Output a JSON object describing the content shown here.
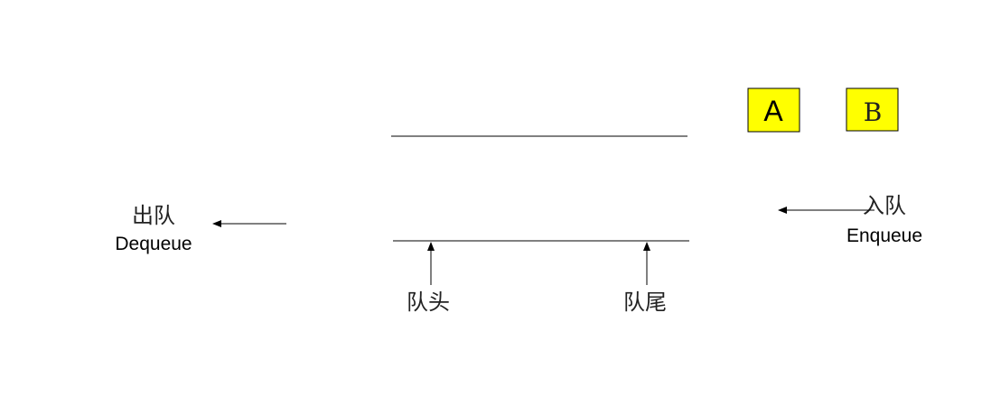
{
  "colors": {
    "box_fill": "#ffff00",
    "box_stroke": "#000000",
    "line": "#000000",
    "background": "#ffffff"
  },
  "dequeue": {
    "cn": "出队",
    "en": "Dequeue"
  },
  "enqueue": {
    "cn": "入队",
    "en": "Enqueue"
  },
  "elements": {
    "a": "A",
    "b": "B"
  },
  "pointers": {
    "head": "队头",
    "tail": "队尾"
  }
}
